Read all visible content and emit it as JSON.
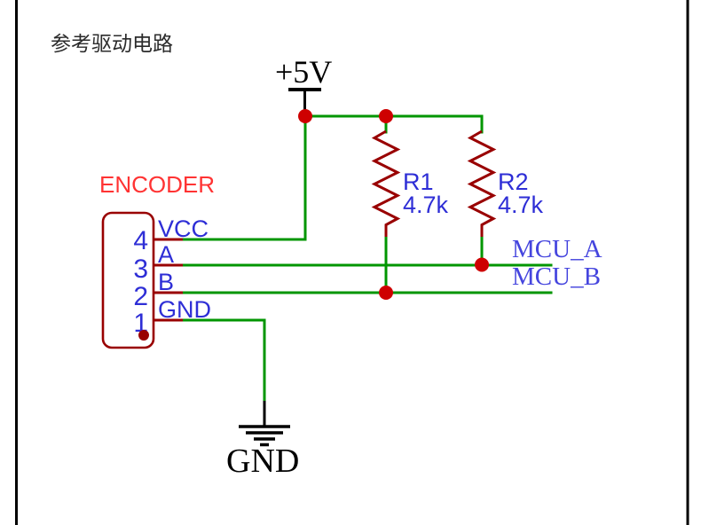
{
  "title": "参考驱动电路",
  "power": {
    "vcc_label": "+5V",
    "gnd_label": "GND"
  },
  "encoder": {
    "designator_label": "ENCODER",
    "pins": [
      {
        "number": "4",
        "name": "VCC"
      },
      {
        "number": "3",
        "name": "A"
      },
      {
        "number": "2",
        "name": "B"
      },
      {
        "number": "1",
        "name": "GND"
      }
    ]
  },
  "resistors": [
    {
      "designator": "R1",
      "value": "4.7k"
    },
    {
      "designator": "R2",
      "value": "4.7k"
    }
  ],
  "nets": [
    {
      "label": "MCU_A"
    },
    {
      "label": "MCU_B"
    }
  ],
  "colors": {
    "wire_green": "#009600",
    "component_dark_red": "#990000",
    "junction_red": "#ce0000",
    "designator_red": "#ff3333",
    "pin_text_blue": "#2e2ed6",
    "net_label_blue": "#4545de",
    "text_black": "#000000"
  }
}
